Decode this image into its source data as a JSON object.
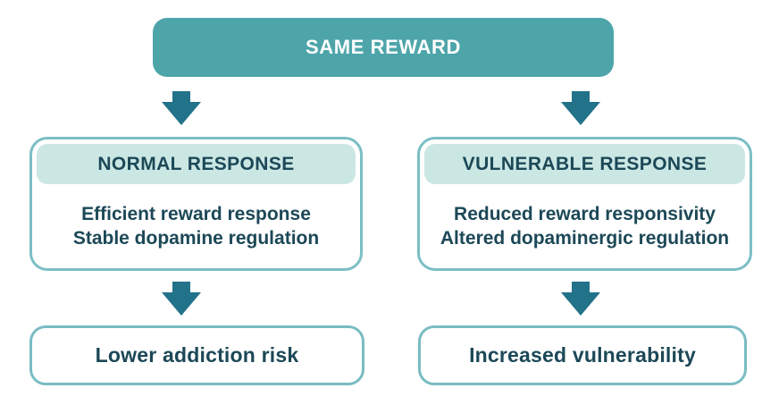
{
  "palette": {
    "root_box_bg": "#4DA5AA",
    "arrow_fill": "#227289",
    "box_border": "#7CBEC5",
    "outcome_border": "#79BCC3",
    "header_band_bg": "#CBE7E4",
    "dark_text": "#1C4857",
    "root_text": "#FFFFFF",
    "background": "#FFFFFF"
  },
  "diagram": {
    "root": {
      "label": "SAME REWARD"
    },
    "branches": [
      {
        "id": "normal",
        "header": "NORMAL RESPONSE",
        "body_lines": [
          "Efficient reward response",
          "Stable dopamine regulation"
        ],
        "outcome": "Lower addiction risk"
      },
      {
        "id": "vulnerable",
        "header": "VULNERABLE RESPONSE",
        "body_lines": [
          "Reduced reward responsivity",
          "Altered dopaminergic regulation"
        ],
        "outcome": "Increased vulnerability"
      }
    ]
  }
}
